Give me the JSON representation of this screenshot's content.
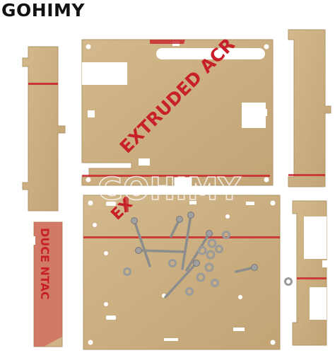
{
  "brand": {
    "logo_text": "GOHIMY"
  },
  "watermark": {
    "text": "GOHIMY"
  },
  "film_labels": {
    "main": "EXTRUDED ACR",
    "bottom_plate": "EX",
    "side_strip": "DUCE  NTAC"
  },
  "colors": {
    "acrylic": "#c9ad7f",
    "acrylic_edge": "#b2966a",
    "film_red": "#c8202a",
    "screw": "#9a9a9a",
    "background": "#ffffff"
  }
}
